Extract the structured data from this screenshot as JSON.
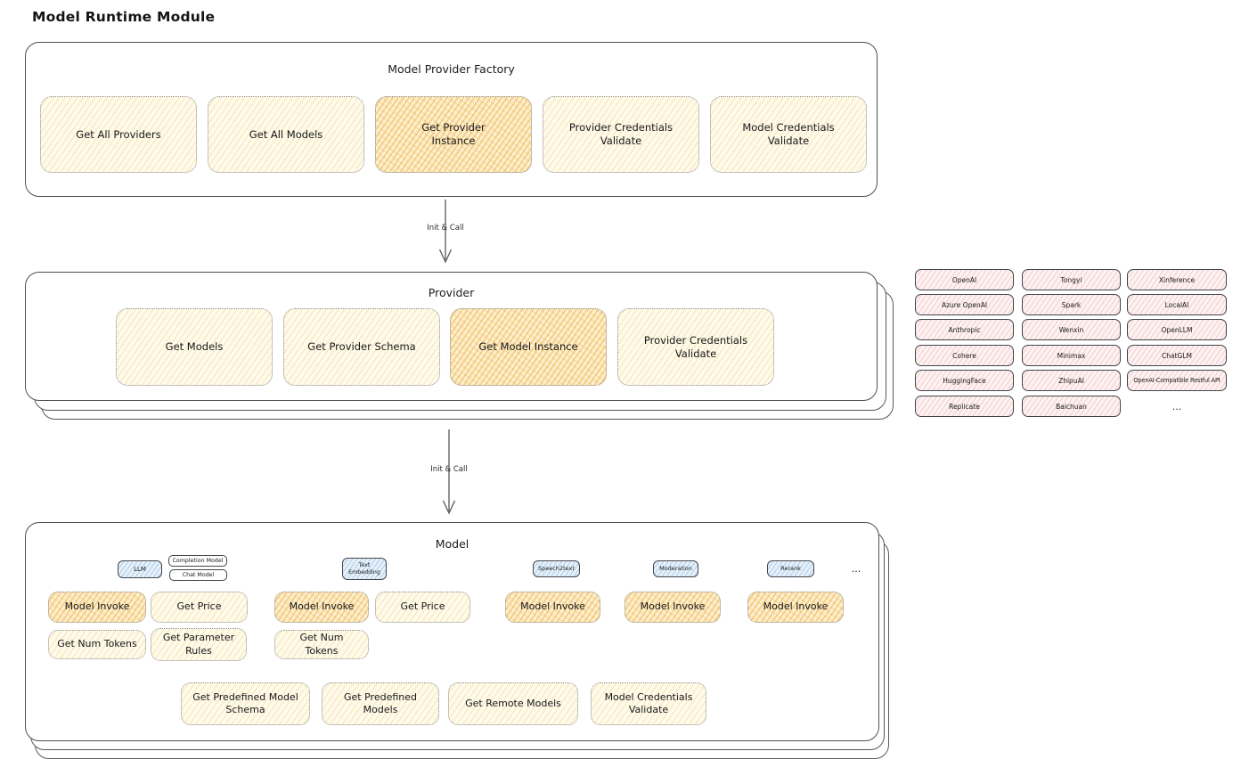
{
  "title": "Model Runtime Module",
  "colors": {
    "button_yellow": "#fdf6de",
    "button_highlight_orange": "#f8dca4",
    "provider_pink": "#fbe9e9",
    "tag_blue": "#d7e9f7",
    "stroke_dark": "#43464b"
  },
  "flow": {
    "arrow1_label": "Init & Call",
    "arrow2_label": "Init & Call"
  },
  "factory": {
    "title": "Model Provider Factory",
    "buttons": [
      {
        "label": "Get All Providers",
        "highlighted": false
      },
      {
        "label": "Get All Models",
        "highlighted": false
      },
      {
        "label": "Get Provider Instance",
        "highlighted": true
      },
      {
        "label": "Provider Credentials Validate",
        "highlighted": false
      },
      {
        "label": "Model Credentials Validate",
        "highlighted": false
      }
    ]
  },
  "provider": {
    "title": "Provider",
    "buttons": [
      {
        "label": "Get Models",
        "highlighted": false
      },
      {
        "label": "Get Provider Schema",
        "highlighted": false
      },
      {
        "label": "Get Model Instance",
        "highlighted": true
      },
      {
        "label": "Provider Credentials Validate",
        "highlighted": false
      }
    ]
  },
  "provider_list": {
    "items": [
      "OpenAI",
      "Tongyi",
      "Xinference",
      "Azure OpenAI",
      "Spark",
      "LocalAI",
      "Anthropic",
      "Wenxin",
      "OpenLLM",
      "Cohere",
      "Minimax",
      "ChatGLM",
      "HuggingFace",
      "ZhipuAI",
      "OpenAI-Compatible Restful API",
      "Replicate",
      "Baichuan"
    ],
    "more": "..."
  },
  "model": {
    "title": "Model",
    "tags": [
      {
        "label": "LLM"
      },
      {
        "label": "Completion Model"
      },
      {
        "label": "Chat Model"
      },
      {
        "label": "Text Embedding"
      },
      {
        "label": "Speech2text"
      },
      {
        "label": "Moderation"
      },
      {
        "label": "Rerank"
      }
    ],
    "more": "...",
    "llm_buttons": [
      {
        "label": "Model Invoke",
        "highlighted": true
      },
      {
        "label": "Get Price",
        "highlighted": false
      },
      {
        "label": "Get Num Tokens",
        "highlighted": false
      },
      {
        "label": "Get Parameter Rules",
        "highlighted": false
      }
    ],
    "text_embedding_buttons": [
      {
        "label": "Model Invoke",
        "highlighted": true
      },
      {
        "label": "Get Price",
        "highlighted": false
      },
      {
        "label": "Get Num Tokens",
        "highlighted": false
      }
    ],
    "speech2text_buttons": [
      {
        "label": "Model Invoke",
        "highlighted": true
      }
    ],
    "moderation_buttons": [
      {
        "label": "Model Invoke",
        "highlighted": true
      }
    ],
    "rerank_buttons": [
      {
        "label": "Model Invoke",
        "highlighted": true
      }
    ],
    "common_buttons": [
      {
        "label": "Get Predefined Model Schema"
      },
      {
        "label": "Get Predefined Models"
      },
      {
        "label": "Get Remote Models"
      },
      {
        "label": "Model Credentials Validate"
      }
    ]
  }
}
